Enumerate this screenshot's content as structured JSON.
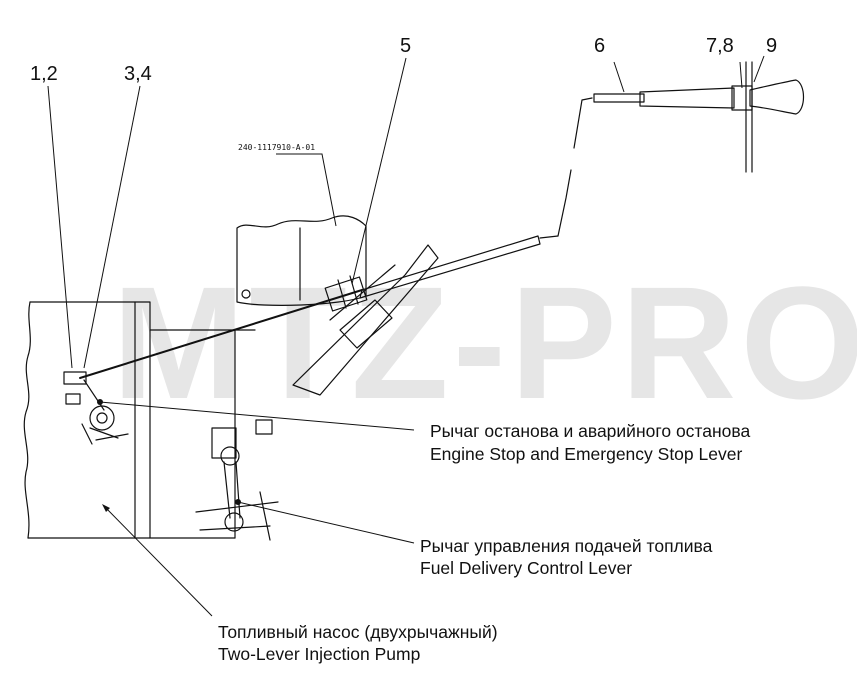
{
  "watermark": "MTZ-PRO",
  "callouts": {
    "c12": "1,2",
    "c34": "3,4",
    "c5": "5",
    "c6": "6",
    "c78": "7,8",
    "c9": "9"
  },
  "part_number": "240-1117910-А-01",
  "labels": {
    "stop_lever_ru": "Рычаг останова и  аварийного останова",
    "stop_lever_en": "Engine Stop and Emergency Stop Lever",
    "fuel_lever_ru": "Рычаг управления подачей топлива",
    "fuel_lever_en": "Fuel Delivery Control Lever",
    "pump_ru": "Топливный насос  (двухрычажный)",
    "pump_en": "Two-Lever Injection Pump"
  }
}
